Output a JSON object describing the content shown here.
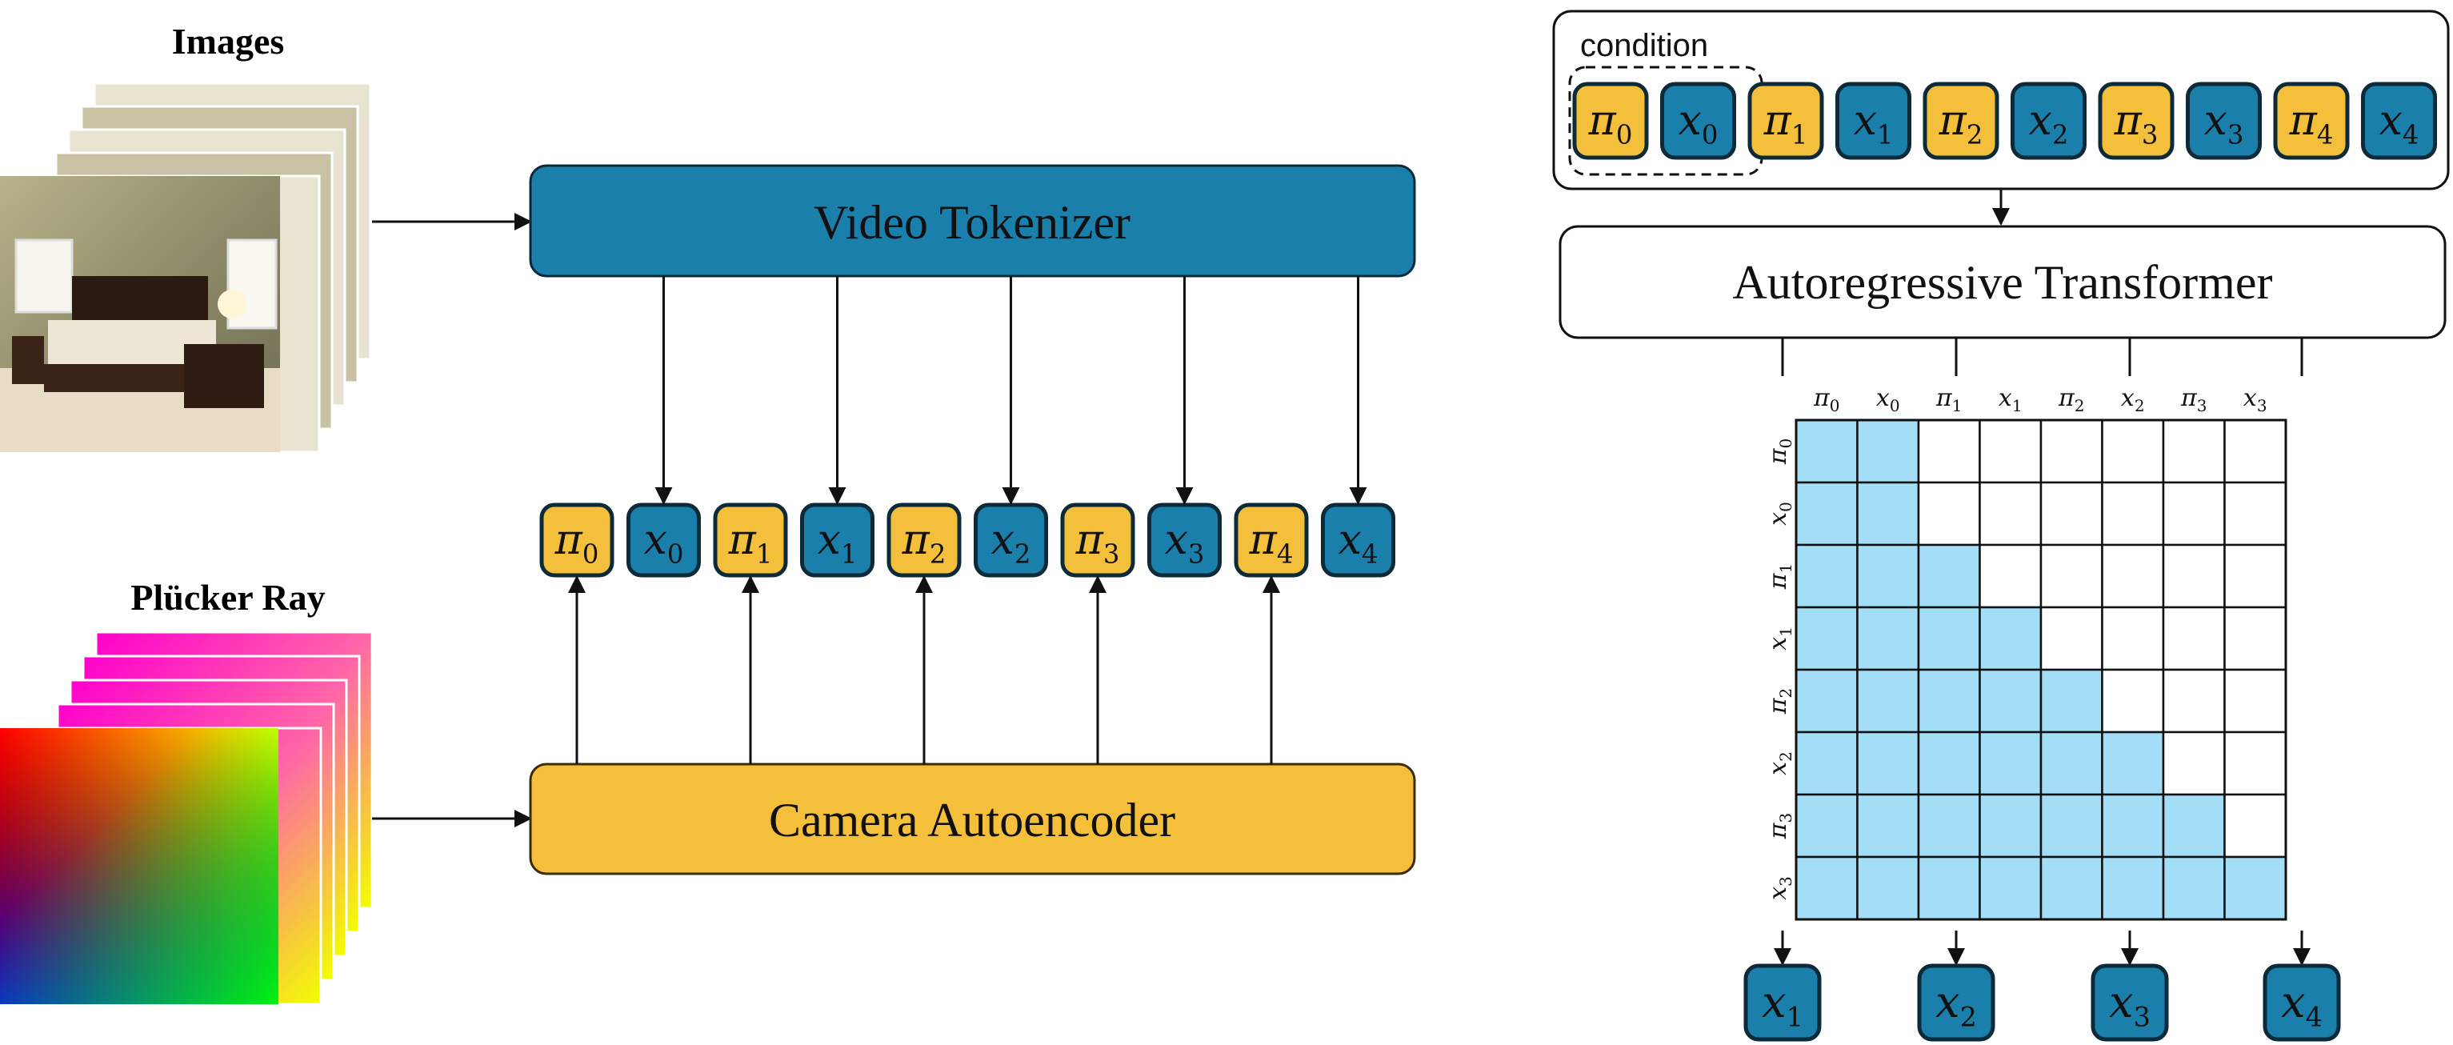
{
  "colors": {
    "blue": "#1a7fab",
    "yellow": "#f4bf3a",
    "mask": "#a3ddf6",
    "dark": "#0d2a38",
    "line": "#111111"
  },
  "labels": {
    "images": "Images",
    "plucker": "Plücker Ray",
    "video_tokenizer": "Video Tokenizer",
    "camera_autoencoder": "Camera Autoencoder",
    "autoregressive_transformer": "Autoregressive Transformer",
    "condition": "condition"
  },
  "token_sequence": [
    {
      "sym": "π",
      "sub": "0",
      "kind": "camera"
    },
    {
      "sym": "x",
      "sub": "0",
      "kind": "video"
    },
    {
      "sym": "π",
      "sub": "1",
      "kind": "camera"
    },
    {
      "sym": "x",
      "sub": "1",
      "kind": "video"
    },
    {
      "sym": "π",
      "sub": "2",
      "kind": "camera"
    },
    {
      "sym": "x",
      "sub": "2",
      "kind": "video"
    },
    {
      "sym": "π",
      "sub": "3",
      "kind": "camera"
    },
    {
      "sym": "x",
      "sub": "3",
      "kind": "video"
    },
    {
      "sym": "π",
      "sub": "4",
      "kind": "camera"
    },
    {
      "sym": "x",
      "sub": "4",
      "kind": "video"
    }
  ],
  "condition_count": 2,
  "mask_labels": [
    {
      "sym": "π",
      "sub": "0"
    },
    {
      "sym": "x",
      "sub": "0"
    },
    {
      "sym": "π",
      "sub": "1"
    },
    {
      "sym": "x",
      "sub": "1"
    },
    {
      "sym": "π",
      "sub": "2"
    },
    {
      "sym": "x",
      "sub": "2"
    },
    {
      "sym": "π",
      "sub": "3"
    },
    {
      "sym": "x",
      "sub": "3"
    }
  ],
  "attention_mask": [
    [
      1,
      1,
      0,
      0,
      0,
      0,
      0,
      0
    ],
    [
      1,
      1,
      0,
      0,
      0,
      0,
      0,
      0
    ],
    [
      1,
      1,
      1,
      0,
      0,
      0,
      0,
      0
    ],
    [
      1,
      1,
      1,
      1,
      0,
      0,
      0,
      0
    ],
    [
      1,
      1,
      1,
      1,
      1,
      0,
      0,
      0
    ],
    [
      1,
      1,
      1,
      1,
      1,
      1,
      0,
      0
    ],
    [
      1,
      1,
      1,
      1,
      1,
      1,
      1,
      0
    ],
    [
      1,
      1,
      1,
      1,
      1,
      1,
      1,
      1
    ]
  ],
  "outputs": [
    {
      "sym": "x",
      "sub": "1"
    },
    {
      "sym": "x",
      "sub": "2"
    },
    {
      "sym": "x",
      "sub": "3"
    },
    {
      "sym": "x",
      "sub": "4"
    }
  ]
}
